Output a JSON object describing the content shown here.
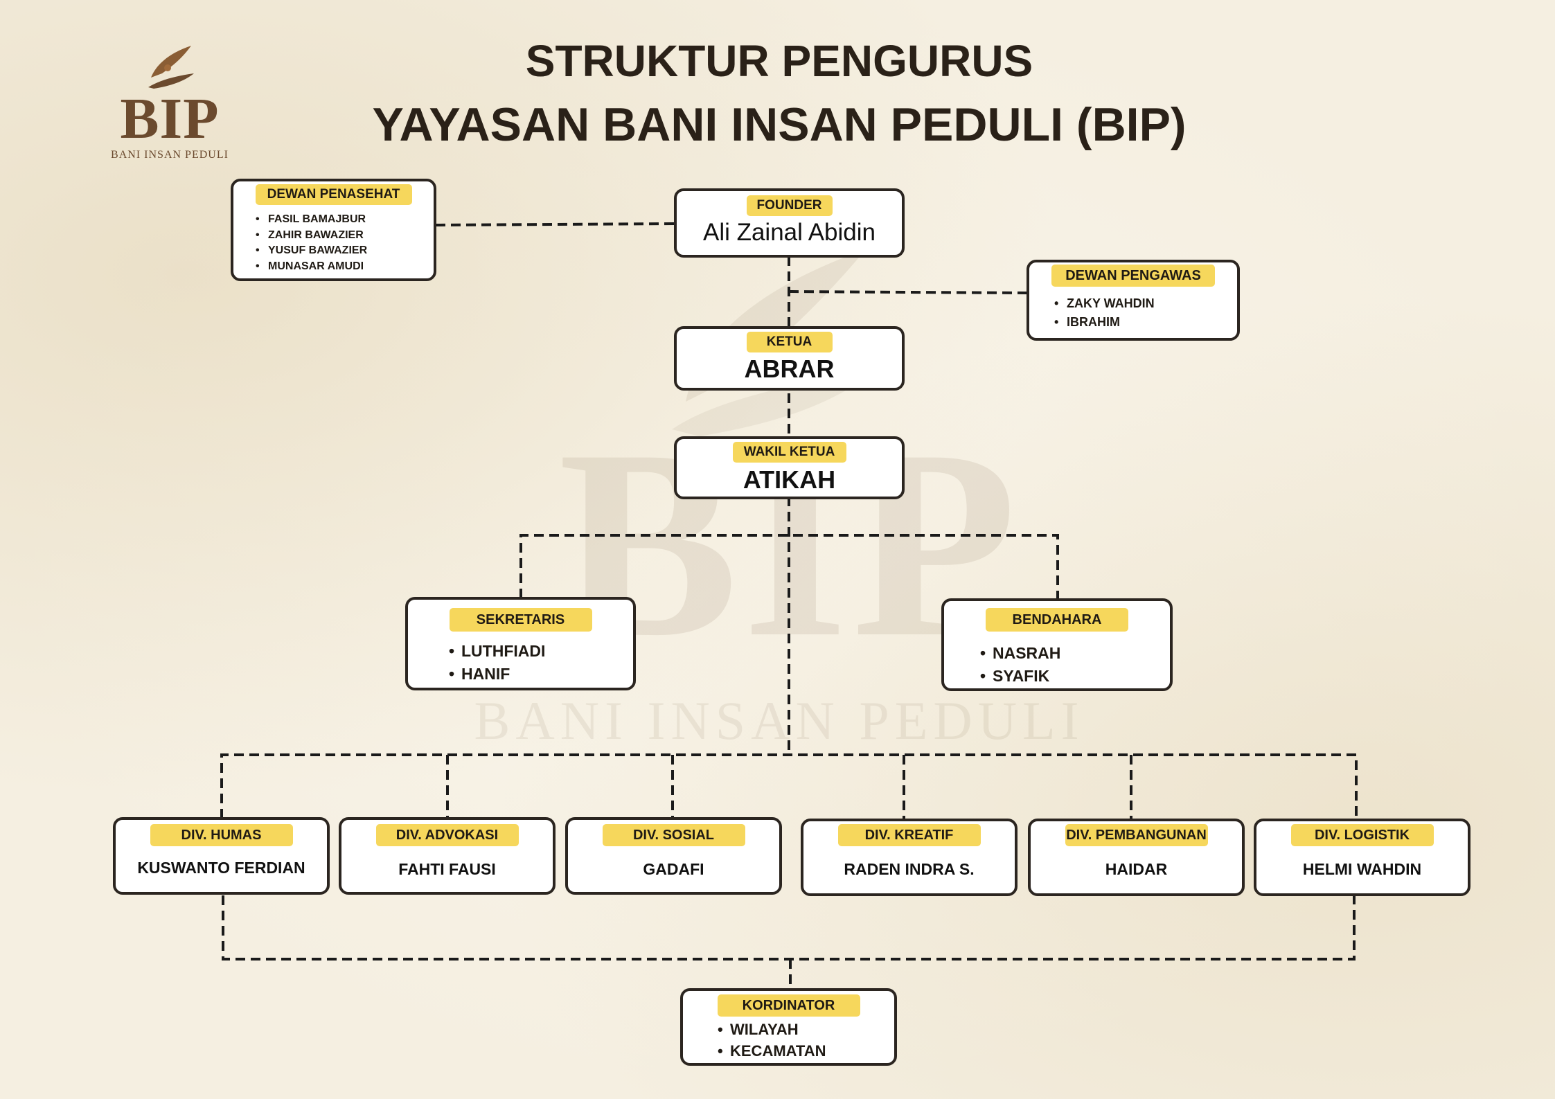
{
  "header": {
    "title_line1": "STRUKTUR PENGURUS",
    "title_line2": "YAYASAN BANI INSAN PEDULI (BIP)"
  },
  "logo": {
    "letters": "BIP",
    "subtitle": "BANI INSAN PEDULI",
    "icon": "hands-icon",
    "color": "#6b4a2e"
  },
  "watermark": {
    "letters": "BIP",
    "subtitle": "BANI INSAN PEDULI"
  },
  "colors": {
    "tag_fill": "#f6d75c",
    "box_border": "#2b2520",
    "connector": "#1a1a1a",
    "background": "#f5efe1"
  },
  "founder": {
    "role": "FOUNDER",
    "name": "Ali Zainal Abidin"
  },
  "dewan_penasehat": {
    "role": "DEWAN PENASEHAT",
    "members": [
      "FASIL BAMAJBUR",
      "ZAHIR BAWAZIER",
      "YUSUF BAWAZIER",
      "MUNASAR AMUDI"
    ]
  },
  "dewan_pengawas": {
    "role": "DEWAN PENGAWAS",
    "members": [
      "ZAKY WAHDIN",
      "IBRAHIM"
    ]
  },
  "ketua": {
    "role": "KETUA",
    "name": "ABRAR"
  },
  "wakil_ketua": {
    "role": "WAKIL KETUA",
    "name": "ATIKAH"
  },
  "sekretaris": {
    "role": "SEKRETARIS",
    "members": [
      "LUTHFIADI",
      "HANIF"
    ]
  },
  "bendahara": {
    "role": "BENDAHARA",
    "members": [
      "NASRAH",
      "SYAFIK"
    ]
  },
  "divisions": [
    {
      "role": "DIV. HUMAS",
      "name": "KUSWANTO FERDIAN"
    },
    {
      "role": "DIV. ADVOKASI",
      "name": "FAHTI FAUSI"
    },
    {
      "role": "DIV. SOSIAL",
      "name": "GADAFI"
    },
    {
      "role": "DIV. KREATIF",
      "name": "RADEN INDRA S."
    },
    {
      "role": "DIV. PEMBANGUNAN",
      "name": "HAIDAR"
    },
    {
      "role": "DIV. LOGISTIK",
      "name": "HELMI WAHDIN"
    }
  ],
  "kordinator": {
    "role": "KORDINATOR",
    "members": [
      "WILAYAH",
      "KECAMATAN"
    ]
  }
}
